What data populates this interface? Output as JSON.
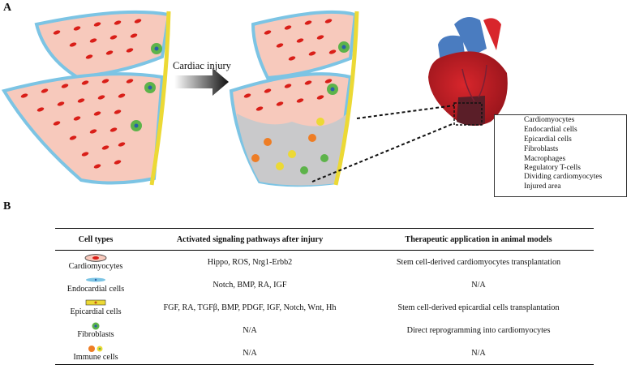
{
  "panels": {
    "a": "A",
    "b": "B"
  },
  "panel_a": {
    "arrow_label": "Cardiac injury"
  },
  "legend": [
    {
      "label": "Cardiomyocytes",
      "icon": "cardiomyocyte-icon"
    },
    {
      "label": "Endocardial cells",
      "icon": "endocardial-cell-icon"
    },
    {
      "label": "Epicardial cells",
      "icon": "epicardial-cell-icon"
    },
    {
      "label": "Fibroblasts",
      "icon": "fibroblast-icon"
    },
    {
      "label": "Macrophages",
      "icon": "macrophage-icon"
    },
    {
      "label": "Regulatory T-cells",
      "icon": "regulatory-t-cell-icon"
    },
    {
      "label": "Dividing cardiomyocytes",
      "icon": "dividing-cardiomyocyte-icon"
    },
    {
      "label": "Injured area",
      "icon": "injured-area-icon"
    }
  ],
  "table": {
    "headers": [
      "Cell types",
      "Activated signaling pathways after injury",
      "Therapeutic application in animal models"
    ],
    "rows": [
      {
        "type": "Cardiomyocytes",
        "pathways": "Hippo, ROS, Nrg1-Erbb2",
        "application": "Stem cell-derived cardiomyocytes transplantation"
      },
      {
        "type": "Endocardial cells",
        "pathways": "Notch, BMP, RA, IGF",
        "application": "N/A"
      },
      {
        "type": "Epicardial cells",
        "pathways": "FGF, RA, TGFβ, BMP, PDGF, IGF, Notch, Wnt, Hh",
        "application": "Stem cell-derived epicardial cells transplantation"
      },
      {
        "type": "Fibroblasts",
        "pathways": "N/A",
        "application": "Direct reprogramming into cardiomyocytes"
      },
      {
        "type": "Immune cells",
        "pathways": "N/A",
        "application": "N/A"
      }
    ]
  },
  "colors": {
    "cardiomyocyte_fill": "#f7c9bc",
    "nucleus": "#d91e18",
    "endocardial": "#7cc4e4",
    "epicardial": "#ecd935",
    "fibroblast": "#5db34a",
    "macrophage": "#ee7d25",
    "injured_area": "#c9c9cb"
  }
}
